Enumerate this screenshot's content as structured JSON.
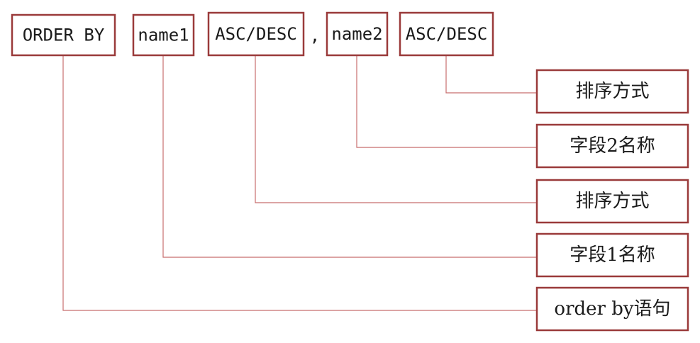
{
  "colors": {
    "box_border": "#9a3a3a",
    "connector": "#c76e6e",
    "text": "#1a1a1a"
  },
  "syntax": {
    "order_by": "ORDER BY",
    "name1": "name1",
    "sort1": "ASC/DESC",
    "comma": ",",
    "name2": "name2",
    "sort2": "ASC/DESC"
  },
  "labels": {
    "sort2_desc": "排序方式",
    "name2_desc": "字段2名称",
    "sort1_desc": "排序方式",
    "name1_desc": "字段1名称",
    "order_by_desc": "order by语句"
  }
}
